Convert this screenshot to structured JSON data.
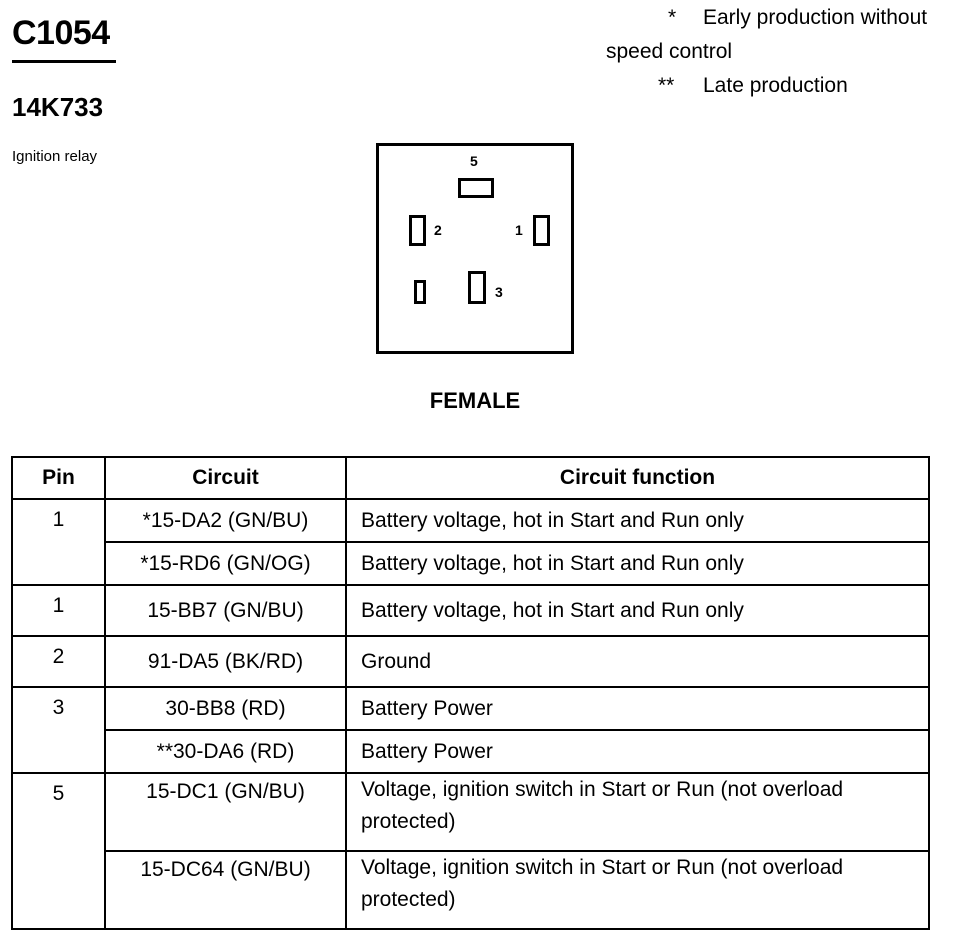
{
  "header": {
    "connector_id": "C1054",
    "part_number": "14K733",
    "description": "Ignition relay"
  },
  "notes": {
    "n1_mark": "*",
    "n1_text": "Early production without",
    "n1_cont": "speed control",
    "n2_mark": "**",
    "n2_text": "Late production"
  },
  "connector_face": {
    "pin5": "5",
    "pin2": "2",
    "pin1": "1",
    "pin3": "3",
    "view": "FEMALE"
  },
  "table": {
    "headers": [
      "Pin",
      "Circuit",
      "Circuit function"
    ],
    "rows": [
      {
        "pin": "1",
        "circuit": "*15-DA2 (GN/BU)",
        "function": "Battery voltage, hot in Start and Run only"
      },
      {
        "pin": "",
        "circuit": "*15-RD6 (GN/OG)",
        "function": "Battery voltage, hot in Start and Run only"
      },
      {
        "pin": "1",
        "circuit": "15-BB7 (GN/BU)",
        "function": "Battery voltage, hot in Start and Run only"
      },
      {
        "pin": "2",
        "circuit": "91-DA5 (BK/RD)",
        "function": "Ground"
      },
      {
        "pin": "3",
        "circuit": "30-BB8 (RD)",
        "function": "Battery Power"
      },
      {
        "pin": "",
        "circuit": "**30-DA6 (RD)",
        "function": "Battery Power"
      },
      {
        "pin": "5",
        "circuit": "15-DC1 (GN/BU)",
        "function": "Voltage, ignition switch in Start or Run (not overload protected)"
      },
      {
        "pin": "",
        "circuit": "15-DC64 (GN/BU)",
        "function": "Voltage, ignition switch in Start or Run (not overload protected)"
      }
    ]
  }
}
